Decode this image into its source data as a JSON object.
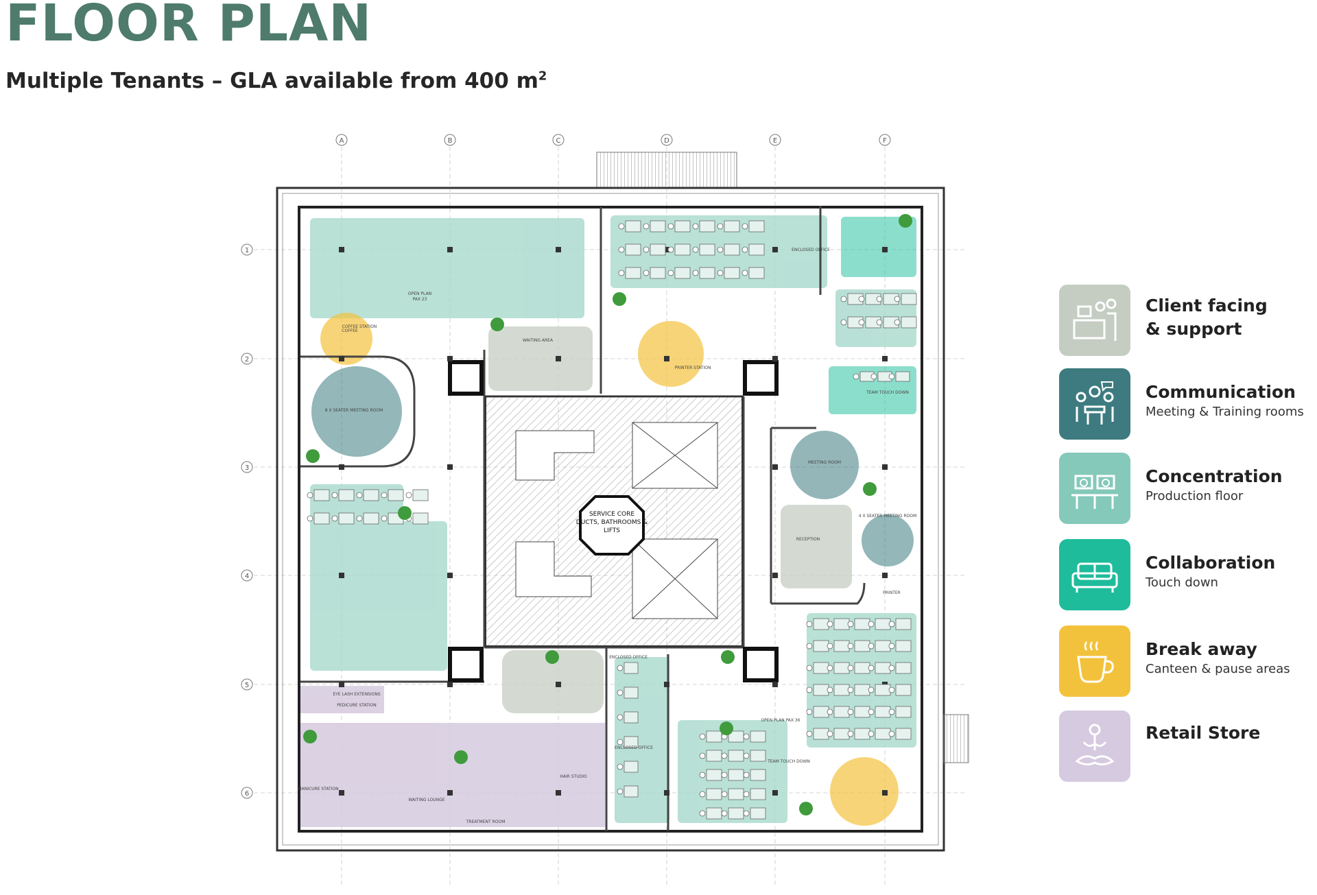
{
  "header": {
    "title": "FLOOR PLAN",
    "subtitle": "Multiple Tenants – GLA available from 400 m",
    "subtitle_sup": "2"
  },
  "plan": {
    "grid_columns": [
      "A",
      "B",
      "C",
      "D",
      "E",
      "F"
    ],
    "grid_rows": [
      "1",
      "2",
      "3",
      "4",
      "5",
      "6"
    ],
    "core": {
      "line1": "SERVICE CORE",
      "line2": "DUCTS, BATHROOMS &",
      "line3": "LIFTS"
    },
    "room_labels": [
      "OPEN PLAN",
      "PAX 23",
      "COFFEE STATION",
      "WAITING AREA",
      "8 X SEATER MEETING ROOM",
      "ENCLOSED OFFICE",
      "TEAM TOUCH DOWN",
      "MEETING ROOM",
      "RECEPTION",
      "PRINTER",
      "OPEN PLAN PAX 36",
      "MANICURE STATION",
      "HAIR STUDIO",
      "TREATMENT ROOM",
      "WAITING LOUNGE",
      "4 X SEATER MEETING ROOM",
      "PRINTER STATION",
      "EYE LASH EXTENSIONS",
      "PEDICURE STATION",
      "TEAM TOUCH DOWN",
      "ENCLOSED OFFICE",
      "ENCLOSED OFFICE",
      "COFFEE"
    ]
  },
  "legend": {
    "items": [
      {
        "title_line1": "Client facing",
        "title_line2": "& support",
        "subtitle": "",
        "color": "#c5cdc3",
        "icon": "reception-desk-icon"
      },
      {
        "title_line1": "Communication",
        "title_line2": "",
        "subtitle": "Meeting & Training rooms",
        "color": "#3d7b80",
        "icon": "meeting-icon"
      },
      {
        "title_line1": "Concentration",
        "title_line2": "",
        "subtitle": "Production floor",
        "color": "#84c9b9",
        "icon": "workstation-icon"
      },
      {
        "title_line1": "Collaboration",
        "title_line2": "",
        "subtitle": "Touch down",
        "color": "#1fbc9c",
        "icon": "sofa-icon"
      },
      {
        "title_line1": "Break away",
        "title_line2": "",
        "subtitle": "Canteen & pause areas",
        "color": "#f3c23d",
        "icon": "coffee-cup-icon"
      },
      {
        "title_line1": "Retail Store",
        "title_line2": "",
        "subtitle": "",
        "color": "#d5cadf",
        "icon": "meditation-icon"
      }
    ]
  }
}
